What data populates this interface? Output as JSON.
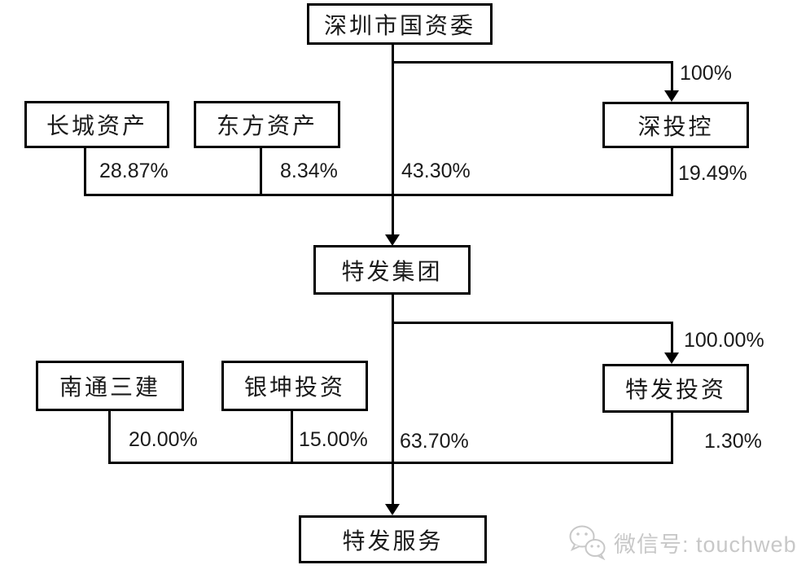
{
  "diagram": {
    "nodes": {
      "sasac": {
        "label": "深圳市国资委"
      },
      "changcheng": {
        "label": "长城资产"
      },
      "dongfang": {
        "label": "东方资产"
      },
      "shentoukong": {
        "label": "深投控"
      },
      "tefa_group": {
        "label": "特发集团"
      },
      "nantong": {
        "label": "南通三建"
      },
      "yinkun": {
        "label": "银坤投资"
      },
      "tefa_touzi": {
        "label": "特发投资"
      },
      "tefa_fuwu": {
        "label": "特发服务"
      }
    },
    "edges": {
      "sasac_to_shentoukong": {
        "label": "100%"
      },
      "changcheng_to_tefa_group": {
        "label": "28.87%"
      },
      "dongfang_to_tefa_group": {
        "label": "8.34%"
      },
      "sasac_to_tefa_group": {
        "label": "43.30%"
      },
      "shentoukong_to_tefa_group": {
        "label": "19.49%"
      },
      "tefa_group_to_tefa_touzi": {
        "label": "100.00%"
      },
      "nantong_to_tefa_fuwu": {
        "label": "20.00%"
      },
      "yinkun_to_tefa_fuwu": {
        "label": "15.00%"
      },
      "tefa_group_to_tefa_fuwu": {
        "label": "63.70%"
      },
      "tefa_touzi_to_tefa_fuwu": {
        "label": "1.30%"
      }
    },
    "watermark": {
      "text": "微信号: touchweb"
    },
    "colors": {
      "line": "#000000",
      "background": "#ffffff",
      "watermark": "#c8c8c8"
    }
  }
}
